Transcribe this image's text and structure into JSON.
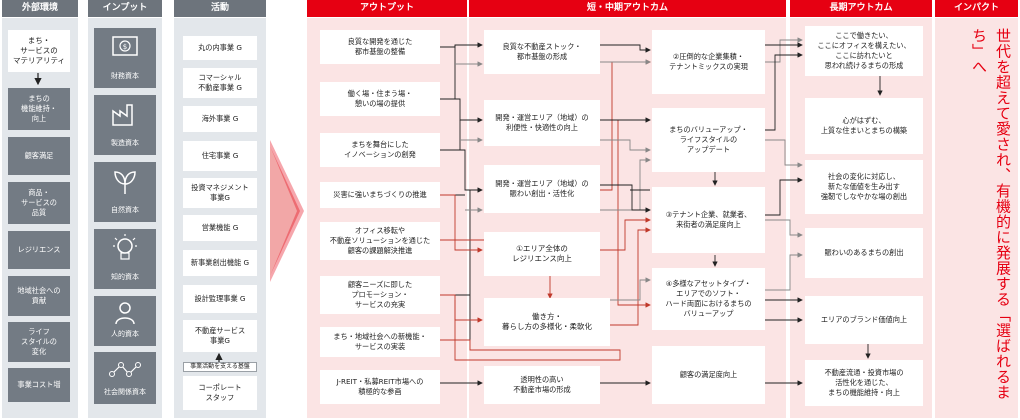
{
  "headers": {
    "external": "外部環境",
    "input": "インプット",
    "activity": "活動",
    "output": "アウトプット",
    "mid": "短・中期アウトカム",
    "long": "長期アウトカム",
    "impact": "インパクト"
  },
  "colors": {
    "header_gray": "#6d747c",
    "header_red": "#e60012",
    "panel_gray": "#e3e7eb",
    "pale_red": "#fbe4e4",
    "box_gray": "#737b84"
  },
  "external": {
    "top_box": "まち・\nサービスの\nマテリアリティ",
    "items": [
      "まちの\n機能維持・\n向上",
      "顧客満足",
      "商品・\nサービスの\n品質",
      "レジリエンス",
      "地域社会への\n貢献",
      "ライフ\nスタイルの\n変化",
      "事業コスト増"
    ]
  },
  "inputs": [
    {
      "label": "財務資本",
      "icon": "money-icon"
    },
    {
      "label": "製造資本",
      "icon": "factory-icon"
    },
    {
      "label": "自然資本",
      "icon": "leaf-icon"
    },
    {
      "label": "知的資本",
      "icon": "lightbulb-icon"
    },
    {
      "label": "人的資本",
      "icon": "person-icon"
    },
    {
      "label": "社会関係資本",
      "icon": "network-icon"
    }
  ],
  "activities": [
    "丸の内事業 G",
    "コマーシャル\n不動産事業 G",
    "海外事業 G",
    "住宅事業 G",
    "投資マネジメント\n事業G",
    "営業機能 G",
    "新事業創出機能 G",
    "設計監理事業 G",
    "不動産サービス\n事業G",
    "コーポレート\nスタッフ"
  ],
  "activity_note": "事業活動を支える基盤",
  "outputs": [
    "良質な開発を通じた\n都市基盤の整備",
    "働く場・住まう場・\n憩いの場の提供",
    "まちを舞台にした\nイノベーションの創発",
    "災害に強いまちづくりの推進",
    "オフィス移転や\n不動産ソリューションを通じた\n顧客の課題解決推進",
    "顧客ニーズに即した\nプロモーション・\nサービスの充実",
    "まち・地域社会への新機能・\nサービスの実装",
    "J-REIT・私募REIT市場への\n積極的な参画"
  ],
  "mid_left": [
    "良質な不動産ストック・\n都市基盤の形成",
    "開発・運営エリア（地域）の\n利便性・快適性の向上",
    "開発・運営エリア（地域）の\n賑わい創出・活性化",
    "①エリア全体の\nレジリエンス向上",
    "働き方・\n暮らし方の多様化・柔軟化",
    "透明性の高い\n不動産市場の形成"
  ],
  "mid_right": [
    "②圧倒的な企業集積・\nテナントミックスの実現",
    "まちのバリューアップ・\nライフスタイルの\nアップデート",
    "③テナント企業、就業者、\n来街者の満足度向上",
    "④多様なアセットタイプ・\nエリアでのソフト・\nハード両面におけるまちの\nバリューアップ",
    "顧客の満足度向上"
  ],
  "long_items": [
    "ここで働きたい、\nここにオフィスを構えたい、\nここに訪れたいと\n思われ続けるまちの形成",
    "心がはずむ、\n上質な住まいとまちの構築",
    "社会の変化に対応し、\n新たな価値を生み出す\n強靭でしなやかな場の創出",
    "賑わいのあるまちの創出",
    "エリアのブランド価値向上",
    "不動産流通・投資市場の\n活性化を通じた、\nまちの機能維持・向上"
  ],
  "impact_text": "世代を超えて愛され、有機的に発展する「選ばれるまち」へ"
}
